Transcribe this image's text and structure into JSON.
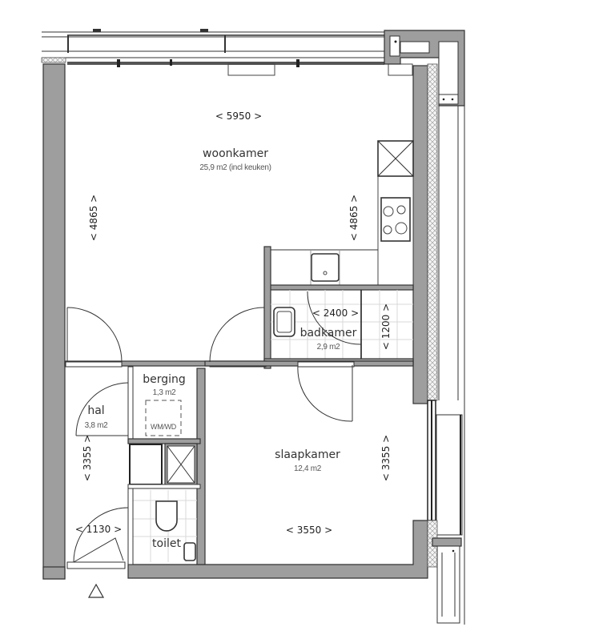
{
  "floorplan": {
    "rooms": [
      {
        "id": "woonkamer",
        "name": "woonkamer",
        "area": "25,9 m2 (incl keuken)"
      },
      {
        "id": "badkamer",
        "name": "badkamer",
        "area": "2,9 m2"
      },
      {
        "id": "berging",
        "name": "berging",
        "area": "1,3 m2"
      },
      {
        "id": "hal",
        "name": "hal",
        "area": "3,8 m2"
      },
      {
        "id": "slaapkamer",
        "name": "slaapkamer",
        "area": "12,4 m2"
      },
      {
        "id": "toilet",
        "name": "toilet",
        "area": ""
      }
    ],
    "dimensions": {
      "woonkamer_width": "<  5950  >",
      "woonkamer_depth_left": "<  4865  >",
      "woonkamer_depth_right": "<  4865  >",
      "badkamer_width": "<  2400  >",
      "badkamer_depth": "<  1200  >",
      "hal_depth": "<  3355  >",
      "hal_width": "<  1130  >",
      "slaapkamer_width": "<  3550  >",
      "slaapkamer_depth": "<  3355  >"
    },
    "labels": {
      "washer_dryer": "WM/WD"
    },
    "entrance_symbol": "triangle-entrance-marker",
    "colors": {
      "wall_fill": "#9e9e9e",
      "line": "#333333",
      "tile_grid": "#d8d8d8",
      "background": "#ffffff"
    }
  }
}
